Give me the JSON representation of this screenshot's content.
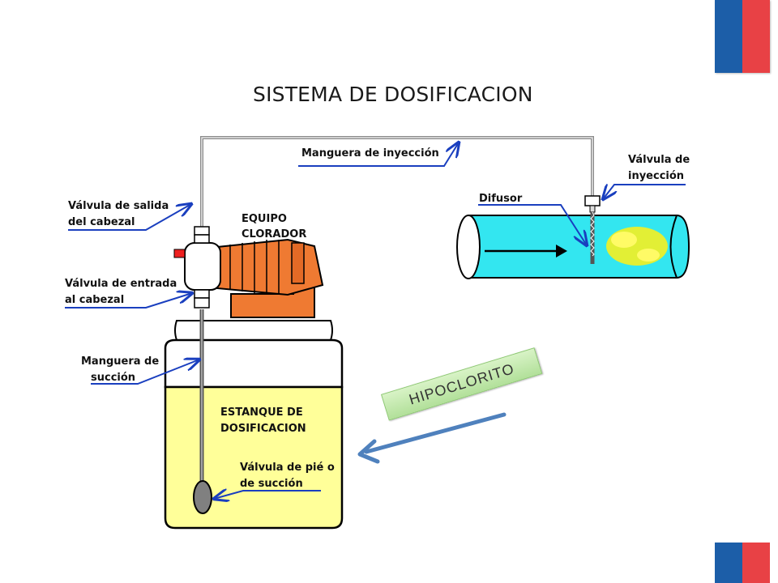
{
  "slide": {
    "title": "SISTEMA DE DOSIFICACION",
    "flag_colors": {
      "blue": "#1c5ea8",
      "red": "#e84145"
    }
  },
  "diagram": {
    "labels": {
      "manguera_inyeccion": "Manguera de inyección",
      "valvula_inyeccion_1": "Válvula de",
      "valvula_inyeccion_2": "inyección",
      "difusor": "Difusor",
      "valvula_salida_1": "Válvula de salida",
      "valvula_salida_2": "del cabezal",
      "equipo_1": "EQUIPO",
      "equipo_2": "CLORADOR",
      "valvula_entrada_1": "Válvula de entrada",
      "valvula_entrada_2": "al cabezal",
      "manguera_succion_1": "Manguera de",
      "manguera_succion_2": "succión",
      "estanque_1": "ESTANQUE DE",
      "estanque_2": "DOSIFICACION",
      "valvula_pie_1": "Válvula de pié o",
      "valvula_pie_2": "de succión"
    },
    "colors": {
      "pipe": "#33e6f0",
      "tank_liquid": "#ffff99",
      "pump_body": "#ef7a32",
      "leader_line": "#1a3fbf",
      "diffuser_spray": "#f5f020"
    }
  },
  "callout": {
    "label": "HIPOCLORITO",
    "arrow_color": "#4f81bd"
  }
}
